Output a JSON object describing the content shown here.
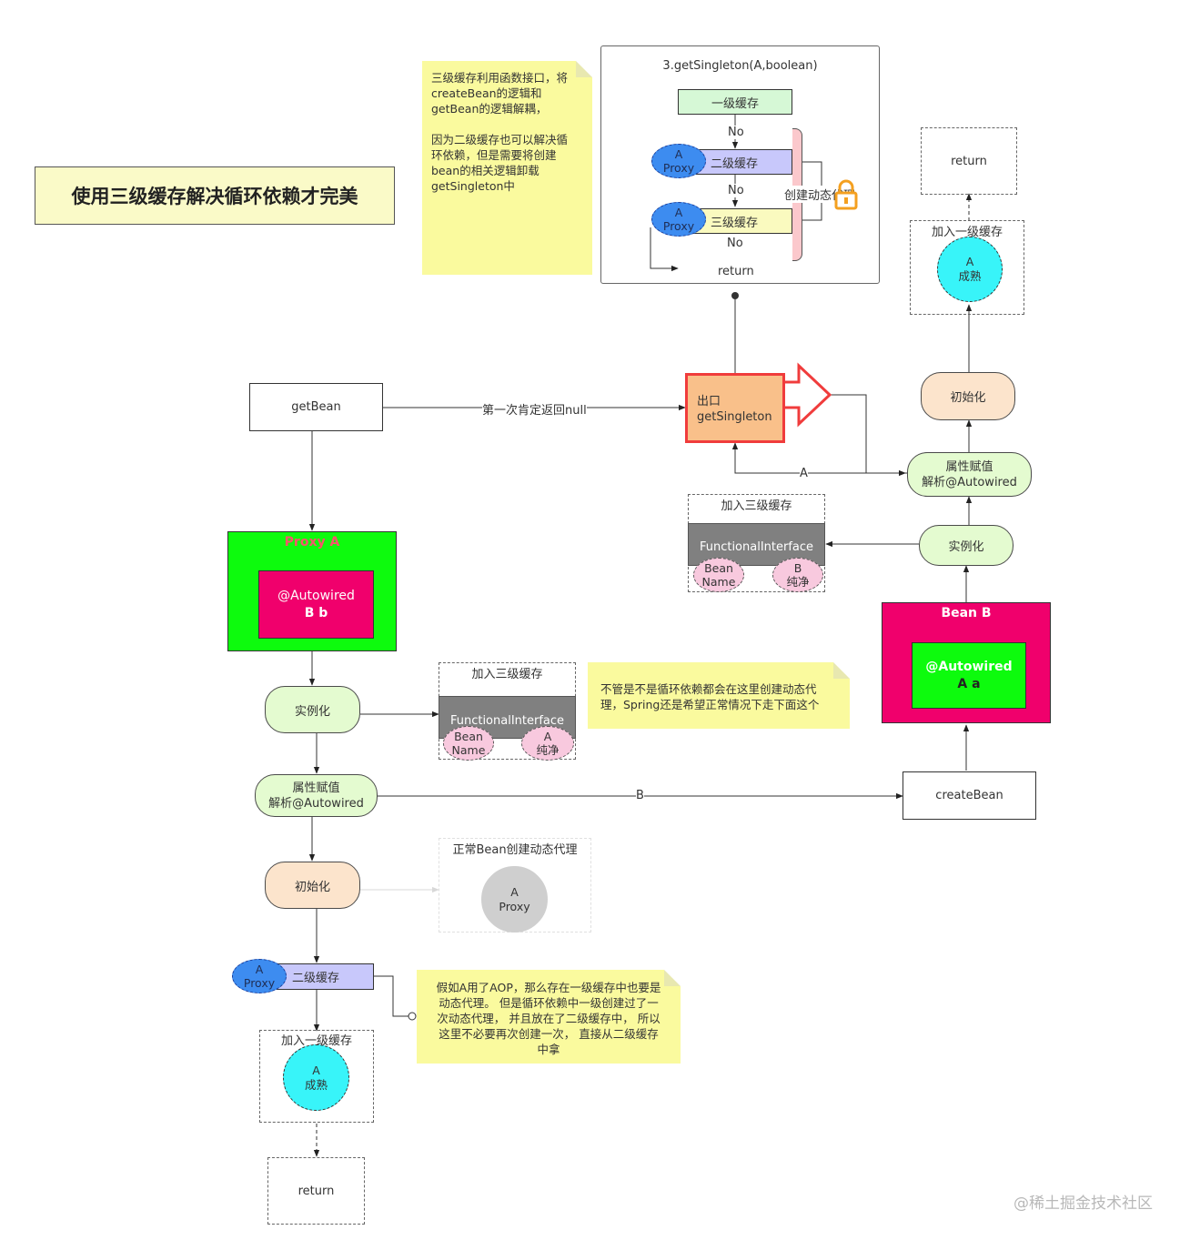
{
  "title": "使用三级缓存解决循环依赖才完美",
  "top_note": {
    "line1": "三级缓存利用函数接口，将",
    "line2": "createBean的逻辑和",
    "line3": "getBean的逻辑解耦，",
    "line4": "因为二级缓存也可以解决循",
    "line5": "环依赖，但是需要将创建",
    "line6": "bean的相关逻辑卸载",
    "line7": "getSingleton中"
  },
  "get_singleton_panel": {
    "title": "3.getSingleton(A,boolean)",
    "level1": "一级缓存",
    "no1": "No",
    "level2": "二级缓存",
    "no2": "No",
    "level3": "三级缓存",
    "no3": "No",
    "return_label": "return",
    "proxy_a": "A",
    "proxy_label": "Proxy",
    "create_proxy": "创建动态代理"
  },
  "right_top": {
    "return_label": "return",
    "add_level1": "加入一级缓存",
    "a_label": "A",
    "mature": "成熟"
  },
  "getbean": "getBean",
  "first_null": "第一次肯定返回null",
  "exit": {
    "line1": "出口",
    "line2": "getSingleton"
  },
  "edge_a": "A",
  "edge_b": "B",
  "right_flow": {
    "init": "初始化",
    "prop_line1": "属性赋值",
    "prop_line2": "解析@Autowired",
    "instantiate": "实例化",
    "add_level3": "加入三级缓存",
    "functional": "FunctionalInterface",
    "bean": "Bean",
    "name": "Name",
    "b": "B",
    "pure": "纯净"
  },
  "bean_b": {
    "title": "Bean B",
    "autowired": "@Autowired",
    "field": "A a"
  },
  "proxy_a_box": {
    "title": "Proxy A",
    "autowired": "@Autowired",
    "field": "B b"
  },
  "left_flow": {
    "instantiate": "实例化",
    "add_level3": "加入三级缓存",
    "functional": "FunctionalInterface",
    "bean": "Bean",
    "name": "Name",
    "a": "A",
    "pure": "纯净",
    "prop_line1": "属性赋值",
    "prop_line2": "解析@Autowired",
    "init": "初始化",
    "normal_proxy": "正常Bean创建动态代理",
    "proxy_a": "A",
    "proxy_label": "Proxy",
    "level2": "二级缓存",
    "add_level1": "加入一级缓存",
    "mature": "成熟",
    "return_label": "return"
  },
  "create_bean": "createBean",
  "mid_note": {
    "line1": "不管是不是循环依赖都会在这里创建动态代",
    "line2": "理，Spring还是希望正常情况下走下面这个"
  },
  "bottom_note": {
    "line1": "假如A用了AOP，那么存在一级缓存中也要是",
    "line2": "动态代理。 但是循环依赖中一级创建过了一",
    "line3": "次动态代理， 并且放在了二级缓存中， 所以",
    "line4": "这里不必要再次创建一次， 直接从二级缓存",
    "line5": "中拿"
  },
  "watermark": "@稀土掘金技术社区",
  "colors": {
    "note_yellow": "#fafa9e",
    "green_box": "#0dfb0d",
    "magenta_box": "#f0006c",
    "exit_orange": "#f9c08a",
    "exit_border": "#f03c3c",
    "cyan": "#38f4f9",
    "level1_green": "#d6f8d6"
  }
}
